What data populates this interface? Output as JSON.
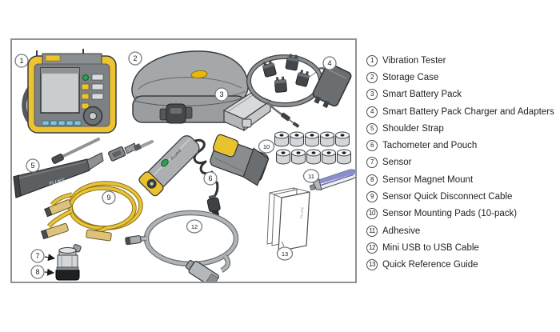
{
  "brand": "FLUKE",
  "colors": {
    "fluke_yellow": "#EDC32F",
    "device_gray": "#7E8184",
    "case_gray": "#A4A8AB",
    "dark_gray": "#4A4D50",
    "cable_yellow": "#E8C536",
    "cable_gray": "#B2B5B7",
    "adhesive_blue": "#8A8ECB",
    "green_button": "#2E9E53",
    "panel_border": "#8E9296",
    "text": "#1A1A1A"
  },
  "items": [
    {
      "num": "1",
      "label": "Vibration Tester"
    },
    {
      "num": "2",
      "label": "Storage Case"
    },
    {
      "num": "3",
      "label": "Smart Battery Pack"
    },
    {
      "num": "4",
      "label": "Smart Battery Pack Charger and Adapters"
    },
    {
      "num": "5",
      "label": "Shoulder Strap"
    },
    {
      "num": "6",
      "label": "Tachometer and Pouch"
    },
    {
      "num": "7",
      "label": "Sensor"
    },
    {
      "num": "8",
      "label": "Sensor Magnet Mount"
    },
    {
      "num": "9",
      "label": "Sensor Quick Disconnect Cable"
    },
    {
      "num": "10",
      "label": "Sensor Mounting Pads (10-pack)"
    },
    {
      "num": "11",
      "label": "Adhesive"
    },
    {
      "num": "12",
      "label": "Mini USB to USB Cable"
    },
    {
      "num": "13",
      "label": "Quick Reference Guide"
    }
  ]
}
